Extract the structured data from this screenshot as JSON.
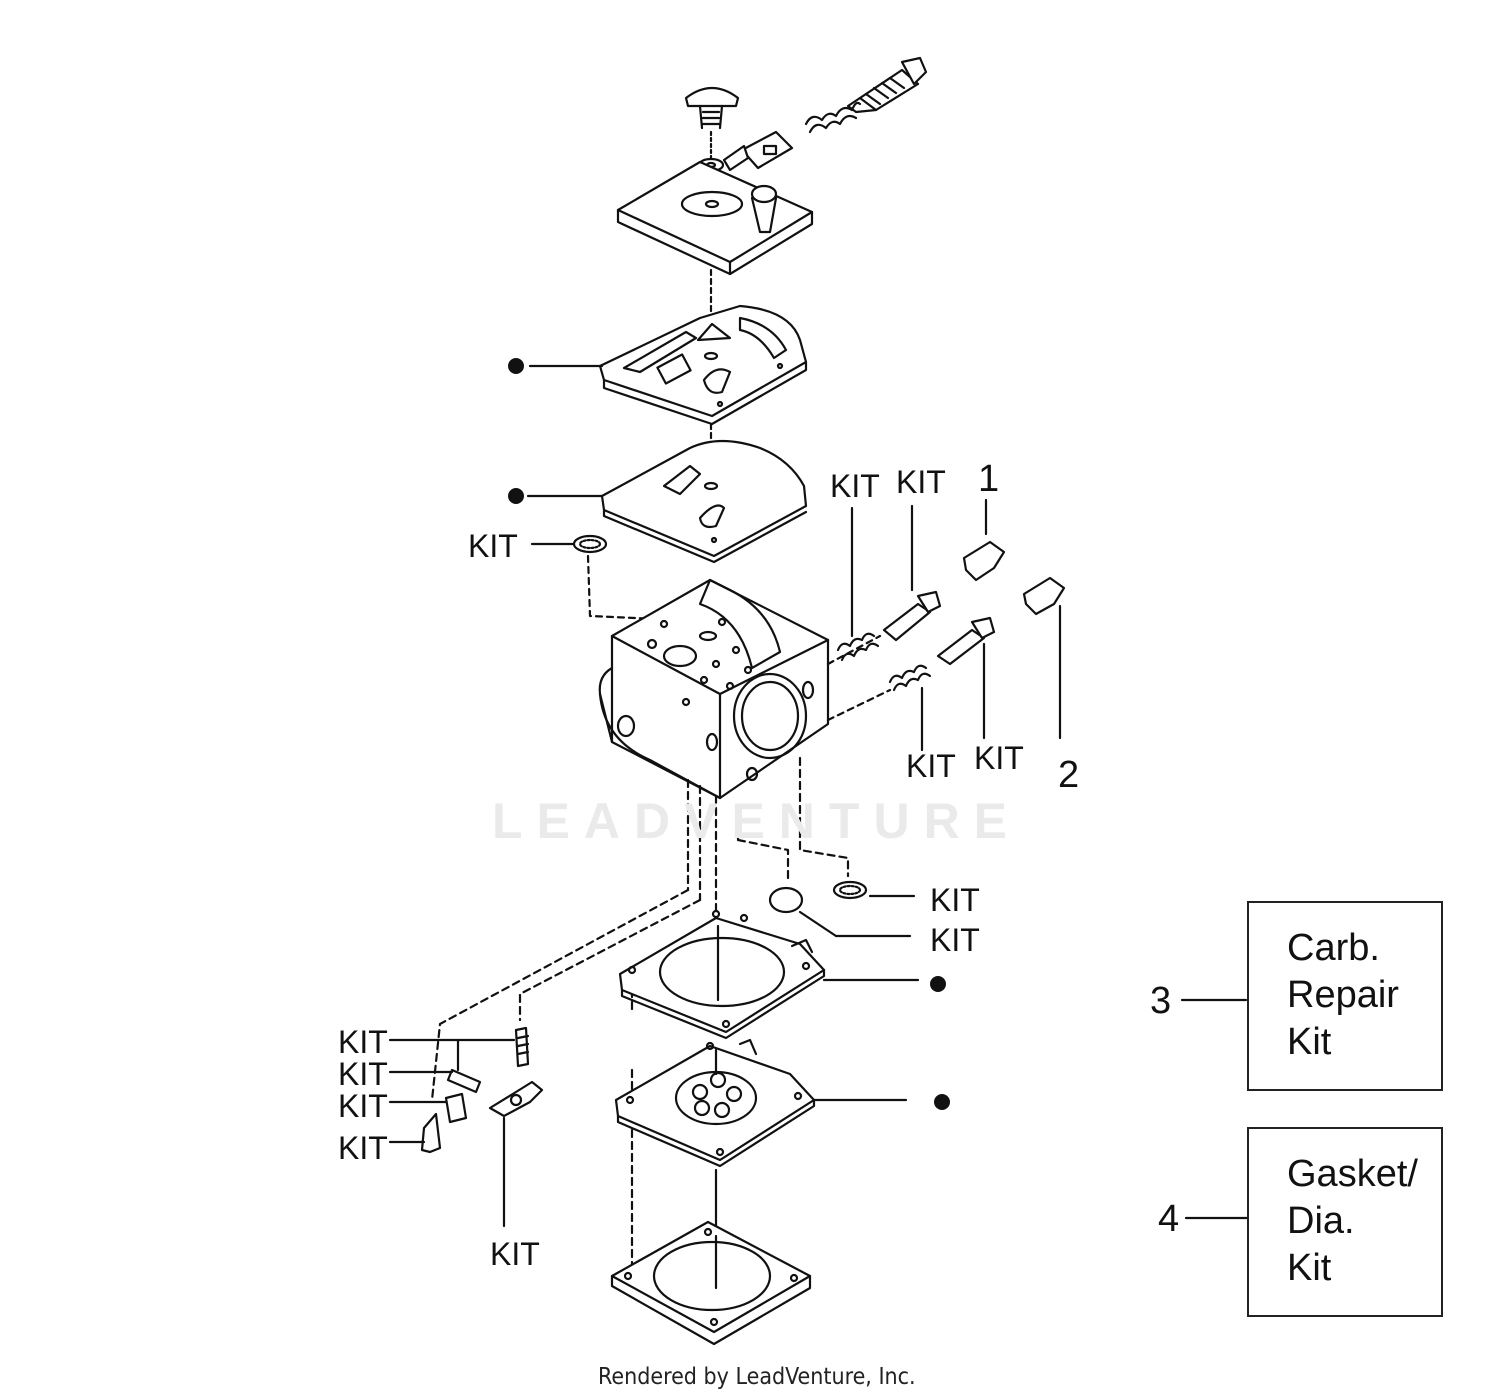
{
  "kit_label": "KIT",
  "callouts": {
    "one": "1",
    "two": "2",
    "three": "3",
    "four": "4"
  },
  "legend": {
    "carb_repair_kit": [
      "Carb.",
      "Repair",
      "Kit"
    ],
    "gasket_dia_kit": [
      "Gasket/",
      "Dia.",
      "Kit"
    ]
  },
  "watermark": "LEADVENTURE",
  "footer": "Rendered by LeadVenture, Inc."
}
